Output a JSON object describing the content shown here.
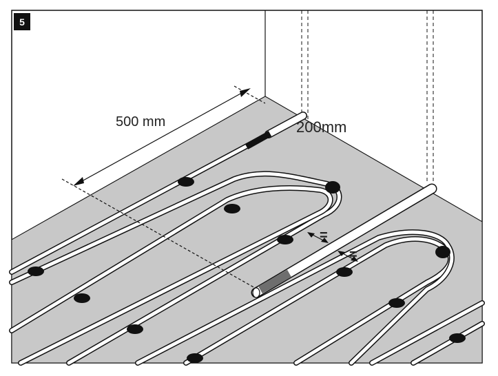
{
  "step_number": "5",
  "labels": {
    "length_dimension": "500 mm",
    "gap_dimension": "200mm",
    "equal_mark_1": "=",
    "equal_mark_2": "="
  },
  "colors": {
    "floor": "#c8c8c8",
    "pipe_fill": "#ffffff",
    "pipe_outline": "#111111",
    "clip": "#111111",
    "sleeve": "#6e6e6e",
    "badge": "#111111"
  }
}
